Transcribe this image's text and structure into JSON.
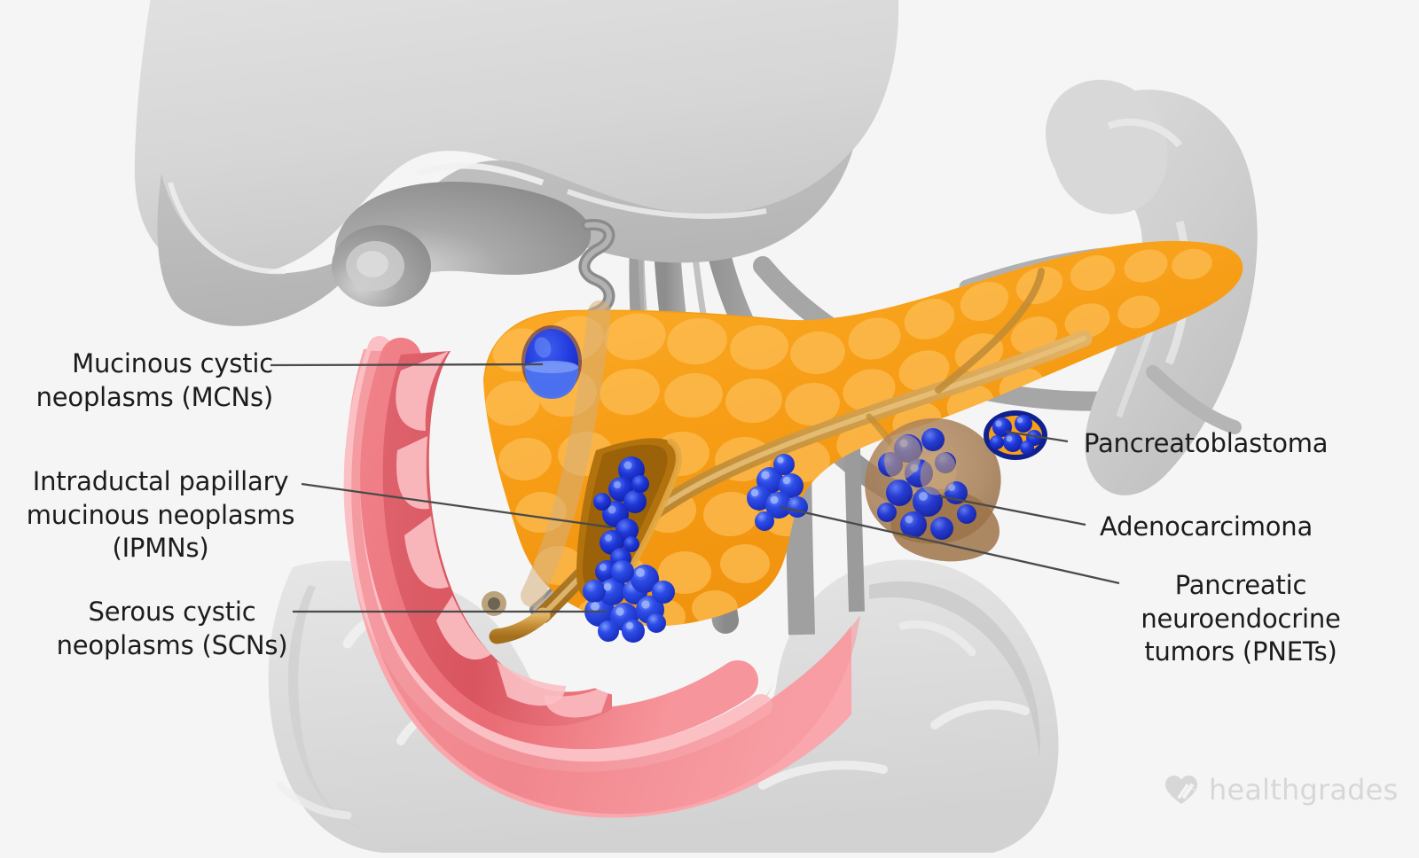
{
  "image": {
    "kind": "medical-illustration",
    "subject": "Types of pancreatic tumors",
    "background_color": "#f5f5f5"
  },
  "palette": {
    "background": "#f5f5f5",
    "pancreas_orange": "#F59C12",
    "pancreas_orange_light": "#FBB03B",
    "pancreas_lobule": "#FDB84C",
    "duct_tan": "#C8913F",
    "duct_dark": "#A96F1E",
    "duodenum_pink": "#F7A0A4",
    "duodenum_red": "#E06069",
    "duodenum_mucosa": "#FAC3C5",
    "tumor_blue": "#1E3FE0",
    "tumor_blue_light": "#4E74F0",
    "tumor_blue_dark": "#10218F",
    "adeno_brown": "#A3794F",
    "organ_gray_light": "#DCDCDC",
    "organ_gray": "#B9B9B9",
    "organ_gray_dark": "#8F8F8F",
    "vessel_gray": "#9A9A9A",
    "label_text": "#1c1c1c",
    "leader_line": "#4a4a4a",
    "watermark": "#d2d2d2"
  },
  "labels": {
    "mcn": {
      "text": "Mucinous cystic\nneoplasms (MCNs)",
      "name": "mucinous-cystic-neoplasms"
    },
    "ipmn": {
      "text": "Intraductal papillary\nmucinous neoplasms\n(IPMNs)",
      "name": "intraductal-papillary-mucinous-neoplasms"
    },
    "scn": {
      "text": "Serous cystic\nneoplasms (SCNs)",
      "name": "serous-cystic-neoplasms"
    },
    "pancreatoblastoma": {
      "text": "Pancreatoblastoma",
      "name": "pancreatoblastoma"
    },
    "adenocarcinoma": {
      "text": "Adenocarcimona",
      "name": "adenocarcinoma"
    },
    "pnet": {
      "text": "Pancreatic\nneuroendocrine\ntumors (PNETs)",
      "name": "pancreatic-neuroendocrine-tumors"
    }
  },
  "watermark": {
    "brand": "healthgrades",
    "icon": "heart-icon"
  },
  "anatomy": {
    "liver": "liver",
    "gallbladder": "gallbladder",
    "cystic_duct": "cystic-duct",
    "bile_duct": "common-bile-duct",
    "vessels": "mesenteric-vessels",
    "pancreas": "pancreas",
    "pancreatic_duct": "pancreatic-duct",
    "duodenum": "duodenum",
    "ampulla": "ampulla-of-vater",
    "spleen": "spleen",
    "small_intestine": "small-intestine"
  }
}
